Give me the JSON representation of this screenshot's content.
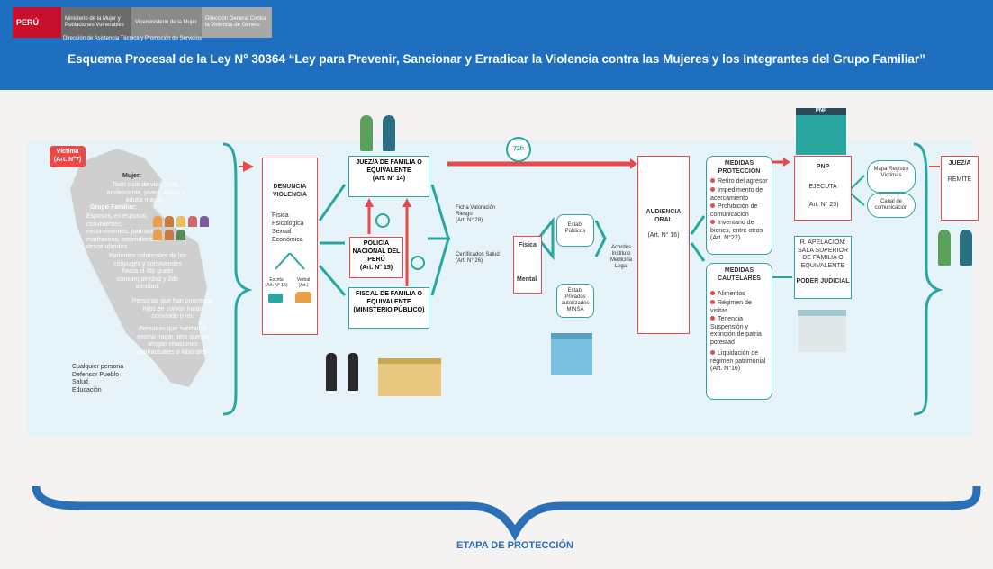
{
  "header": {
    "logo_peru": "PERÚ",
    "logo_ministry": "Ministerio de la Mujer y Poblaciones Vulnerables",
    "logo_vice": "Viceministerio de la Mujer",
    "logo_dir": "Dirección General Contra la Violencia de Género",
    "subline": "Dirección de Asistencia Técnica y Promoción de Servicios",
    "title": "Esquema Procesal de la  Ley N° 30364 “Ley para Prevenir, Sancionar y Erradicar la Violencia contra las Mujeres y los Integrantes del Grupo Familiar”"
  },
  "victima": {
    "badge": "Víctima\n(Art. N°7)",
    "mujer_head": "Mujer:",
    "mujer_text": "Todo ciclo de vida (niña, adolescente, joven, adulta y adulta mayor).",
    "grupo_head": "Grupo Familiar:",
    "grupo_text": "Esposos, ex esposos, convivientes, exconvivientes, padrastros, madrastras, ascendientes, descendientes.",
    "parientes": "Parientes colaterales de los cónyuges y convivientes hasta el 4to grado consanguinidad y 2do afinidad.",
    "procreado": "Personas que han procreado hijos en común haran convivido o no.",
    "habitan": "Personas que habitan el mismo hogar pero que no tengan relaciones contractuales o laborales.",
    "denunciantes": [
      "Cualquier persona",
      "Defensor Pueblo",
      "Salud",
      "Educación"
    ]
  },
  "denuncia": {
    "title": "DENUNCIA VIOLENCIA",
    "types": [
      "Física",
      "Psicológica",
      "Sexual",
      "Económica"
    ],
    "escrita": "Escrita\n(Art. N° 15)",
    "verbal": "Verbal\n(Art.)"
  },
  "juez": "JUEZ/A DE FAMILIA O EQUIVALENTE\n(Art. N° 14)",
  "policia": "POLICÍA NACIONAL DEL PERÚ\n(Art. N° 15)",
  "fiscal": "FISCAL DE FAMILIA O EQUIVALENTE\n(MINISTERIO PÚBLICO)",
  "ficha": "Ficha Valoración Riesgo\n(Art. N° 28)",
  "certificados": "Certificados Salud\n(Art. N° 26)",
  "fisica": "Física",
  "mental": "Mental",
  "estab_publicos": "Estab. Públicos",
  "estab_privados": "Estab. Privados autorizados MINSA",
  "acordes": "Acordes Instituto Medicina Legal",
  "clock_label": "72h",
  "audiencia": {
    "title": "AUDIENCIA ORAL",
    "art": "(Art. N° 16)"
  },
  "proteccion": {
    "title": "MEDIDAS PROTECCIÓN",
    "items": [
      "Retiro del agresor",
      "Impedimento de acercamiento",
      "Prohibición de comunicación",
      "Inventario de bienes, entre otros (Art. N°22)"
    ]
  },
  "cautelares": {
    "title": "MEDIDAS CAUTELARES",
    "items": [
      "Alimentos",
      "Régimen de visitas",
      "Tenencia Suspensión y extinción de patria potestad",
      "Liquidación de régimen patrimonial (Art. N°16)"
    ]
  },
  "pnp": {
    "title": "PNP",
    "ejecuta": "EJECUTA",
    "art": "(Art. N° 23)",
    "sign": "PNP"
  },
  "mapa": "Mapa Registro Víctimas",
  "canal": "Canal de comunicación",
  "apelacion": {
    "text": "R. APELACIÓN: SALA SUPERIOR DE FAMILIA O EQUIVALENTE",
    "bold": "PODER JUDICIAL"
  },
  "juez_remite": {
    "title": "JUEZ/A",
    "sub": "REMITE"
  },
  "footer": "ETAPA DE PROTECCIÓN",
  "colors": {
    "header": "#1f6fc0",
    "teal": "#2aa6a0",
    "red": "#e84a4a",
    "panel": "#e6f3f8",
    "footer": "#2a6fb8"
  }
}
